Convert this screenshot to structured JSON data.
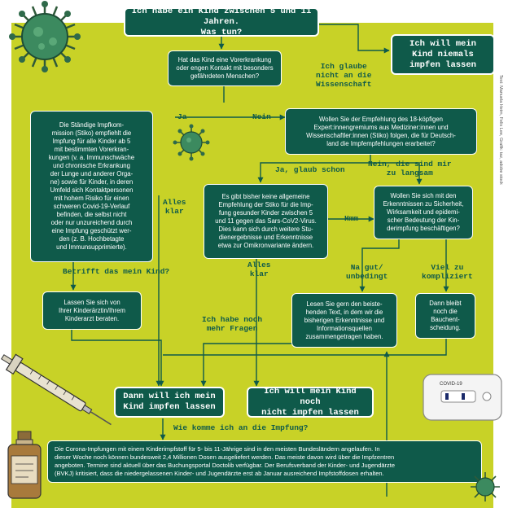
{
  "colors": {
    "panel": "#c8d227",
    "box": "#0f5a4a",
    "text_on_box": "#ffffff",
    "line": "#0f5a4a"
  },
  "start": {
    "line1": "Ich habe ein Kind zwischen 5 und 11 Jahren.",
    "line2": "Was tun?"
  },
  "never_box": {
    "line1": "Ich will mein",
    "line2": "Kind niemals",
    "line3": "impfen lassen"
  },
  "q_risk": {
    "line1": "Hat das Kind eine Vorerkrankung",
    "line2": "oder engen Kontakt mit besonders",
    "line3": "gefährdeten Menschen?"
  },
  "stiko_risk": {
    "lines": [
      "Die Ständige Impfkom-",
      "mission (Stiko) empfiehlt die",
      "Impfung für alle Kinder ab 5",
      "mit bestimmten Vorerkran-",
      "kungen (v. a. Immunschwäche",
      "und chronische Erkrankung",
      "der Lunge und anderer Orga-",
      "ne) sowie für Kinder, in deren",
      "Umfeld sich Kontaktpersonen",
      "mit hohem Risiko für einen",
      "schweren Covid-19-Verlauf",
      "befinden, die selbst nicht",
      "oder nur unzureichend durch",
      "eine Impfung geschützt wer-",
      "den (z. B. Hochbetagte",
      "und Immunsupprimierte)."
    ]
  },
  "q_follow": {
    "lines": [
      "Wollen Sie der Empfehlung des 18-köpfigen",
      "Expert:innengremiums aus Mediziner:innen und",
      "Wissenschaftler:innen (Stiko) folgen, die für Deutsch-",
      "land die Impfempfehlungen erarbeitet?"
    ]
  },
  "no_general": {
    "lines": [
      "Es gibt bisher keine allgemeine",
      "Empfehlung der Stiko für die Imp-",
      "fung gesunder Kinder zwischen 5",
      "und 11 gegen das Sars-CoV2-Virus.",
      "Dies kann sich durch weitere Stu-",
      "dienergebnisse und Erkenntnisse",
      "etwa zur Omikronvariante ändern."
    ]
  },
  "q_study": {
    "lines": [
      "Wollen Sie sich mit den",
      "Erkenntnissen zu Sicherheit,",
      "Wirksamkeit und epidemi-",
      "scher Bedeutung der Kin-",
      "derimpfung beschäftigen?"
    ]
  },
  "consult": {
    "lines": [
      "Lassen Sie sich von",
      "Ihrer Kinderärztin/Ihrem",
      "Kinderarzt beraten."
    ]
  },
  "read_text": {
    "lines": [
      "Lesen Sie gern den beiste-",
      "henden Text, in dem wir die",
      "bisherigen Erkenntnisse und",
      "Informationsquellen",
      "zusammengetragen haben."
    ]
  },
  "gut": {
    "lines": [
      "Dann bleibt",
      "noch die",
      "Bauchent-",
      "scheidung."
    ]
  },
  "want": {
    "line1": "Dann will ich mein",
    "line2": "Kind impfen lassen"
  },
  "not_yet": {
    "line1": "Ich will mein Kind noch",
    "line2": "nicht impfen lassen"
  },
  "info": {
    "lines": [
      "Die Corona-Impfungen mit einem Kinderimpfstoff für 5- bis 11-Jährige sind in den meisten Bundesländern angelaufen. In",
      "dieser Woche noch können bundesweit 2,4 Millionen Dosen ausgeliefert werden. Das meiste davon wird über die Impfzentren",
      "angeboten. Termine sind aktuell über das Buchungsportal Doctolib verfügbar. Der Berufsverband der Kinder- und Jugendärzte",
      "(BVKJ) kritisiert, dass die niedergelassenen Kinder- und Jugendärzte erst ab Januar ausreichend Impfstoffdosen erhalten."
    ]
  },
  "labels": {
    "science": {
      "line1": "Ich glaube",
      "line2": "nicht an die",
      "line3": "Wissenschaft"
    },
    "ja": "Ja",
    "nein": "Nein",
    "ja_schon": "Ja, glaub schon",
    "nein_langsam": {
      "line1": "Nein, die sind mir",
      "line2": "zu langsam"
    },
    "hmm": "Hmm",
    "alles_klar_1": {
      "line1": "Alles",
      "line2": "klar"
    },
    "alles_klar_2": {
      "line1": "Alles",
      "line2": "klar"
    },
    "betrifft": "Betrifft das mein Kind?",
    "na_gut": {
      "line1": "Na gut/",
      "line2": "unbedingt"
    },
    "viel_zu": {
      "line1": "Viel zu",
      "line2": "kompliziert"
    },
    "mehr_fragen": {
      "line1": "Ich habe noch",
      "line2": "mehr Fragen"
    },
    "wie_komme": "Wie komme ich an die Impfung?"
  },
  "test_label": "COVID-19",
  "credit": "Text: Manuela Heim, Felix Lee, Grafik: taz, adobe stock",
  "icons": [
    "virus-icon",
    "syringe-icon",
    "vaccine-vial-icon",
    "covid-test-icon"
  ]
}
